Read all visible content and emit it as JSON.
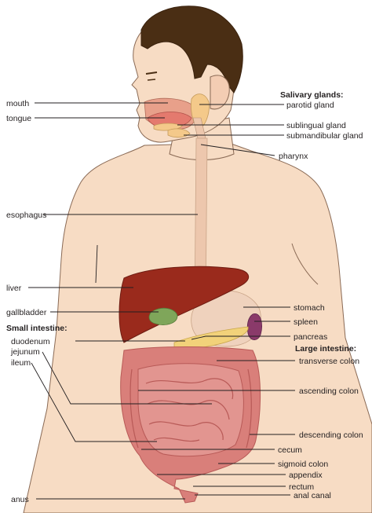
{
  "headers": {
    "salivary": "Salivary glands:",
    "small_intestine": "Small intestine:",
    "large_intestine": "Large intestine:"
  },
  "labels": {
    "mouth": "mouth",
    "tongue": "tongue",
    "parotid": "parotid gland",
    "sublingual": "sublingual gland",
    "submandibular": "submandibular gland",
    "pharynx": "pharynx",
    "esophagus": "esophagus",
    "liver": "liver",
    "gallbladder": "gallbladder",
    "stomach": "stomach",
    "spleen": "spleen",
    "pancreas": "pancreas",
    "duodenum": "duodenum",
    "jejunum": "jejunum",
    "ileum": "ileum",
    "transverse_colon": "transverse colon",
    "ascending_colon": "ascending colon",
    "descending_colon": "descending colon",
    "cecum": "cecum",
    "sigmoid_colon": "sigmoid colon",
    "appendix": "appendix",
    "rectum": "rectum",
    "anal_canal": "anal canal",
    "anus": "anus"
  },
  "colors": {
    "skin": "#f7dcc4",
    "skin_outline": "#8a6a55",
    "hair": "#4a2e14",
    "liver": "#9a2a1c",
    "gallbladder": "#7fa65a",
    "stomach": "#efd2bd",
    "spleen": "#8a3a6a",
    "pancreas": "#f2d27a",
    "salivary": "#f4c98a",
    "intestine": "#d97f7a",
    "intestine_dark": "#b85a57",
    "esophagus": "#edc7ad"
  }
}
